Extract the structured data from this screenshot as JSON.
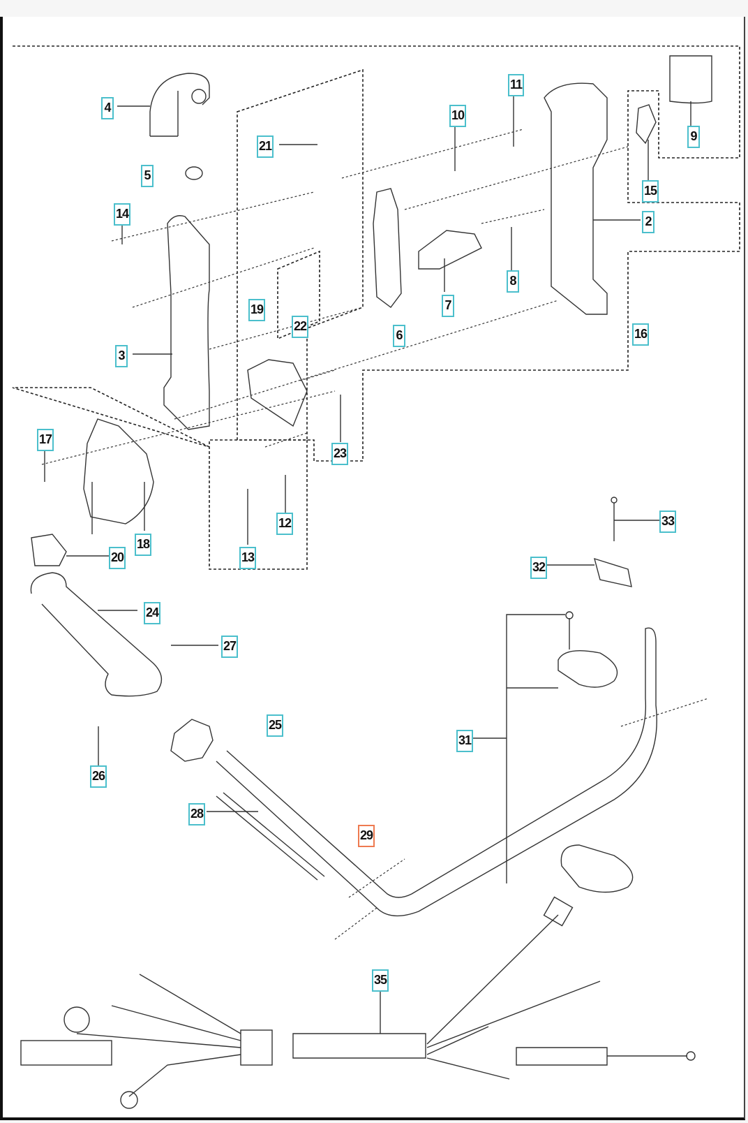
{
  "diagram": {
    "type": "exploded parts diagram",
    "label_color": "#4bbfcc",
    "highlight_color": "#ee7a50",
    "highlighted_part": "29",
    "callouts": [
      {
        "id": "c1",
        "text": "4"
      },
      {
        "id": "c2",
        "text": "5"
      },
      {
        "id": "c3",
        "text": "14"
      },
      {
        "id": "c4",
        "text": "3"
      },
      {
        "id": "c5",
        "text": "21"
      },
      {
        "id": "c6",
        "text": "19"
      },
      {
        "id": "c7",
        "text": "22"
      },
      {
        "id": "c8",
        "text": "6"
      },
      {
        "id": "c9",
        "text": "10"
      },
      {
        "id": "c10",
        "text": "11"
      },
      {
        "id": "c11",
        "text": "7"
      },
      {
        "id": "c12",
        "text": "8"
      },
      {
        "id": "c13",
        "text": "9"
      },
      {
        "id": "c14",
        "text": "15"
      },
      {
        "id": "c15",
        "text": "2"
      },
      {
        "id": "c16",
        "text": "16"
      },
      {
        "id": "c17",
        "text": "17"
      },
      {
        "id": "c18",
        "text": "18"
      },
      {
        "id": "c19",
        "text": "20"
      },
      {
        "id": "c20",
        "text": "23"
      },
      {
        "id": "c21",
        "text": "12"
      },
      {
        "id": "c22",
        "text": "13"
      },
      {
        "id": "c23",
        "text": "33"
      },
      {
        "id": "c24",
        "text": "32"
      },
      {
        "id": "c25",
        "text": "24"
      },
      {
        "id": "c26",
        "text": "27"
      },
      {
        "id": "c27",
        "text": "25"
      },
      {
        "id": "c28",
        "text": "26"
      },
      {
        "id": "c29",
        "text": "31"
      },
      {
        "id": "c30",
        "text": "28"
      },
      {
        "id": "c31",
        "text": "29"
      },
      {
        "id": "c32",
        "text": "35"
      }
    ]
  }
}
